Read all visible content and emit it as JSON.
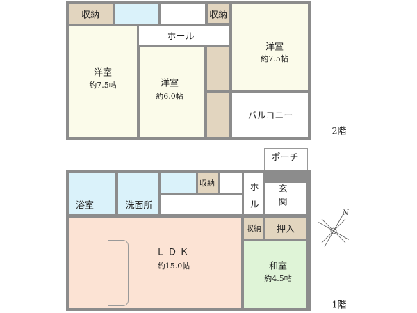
{
  "floor2": {
    "label": "2階",
    "rooms": [
      {
        "name": "収納"
      },
      {
        "name": "ホール"
      },
      {
        "name": "収納"
      },
      {
        "name": "洋室",
        "size": "約7.5帖"
      },
      {
        "name": "洋室",
        "size": "約6.0帖"
      },
      {
        "name": "洋室",
        "size": "約7.5帖"
      },
      {
        "name": "バルコニー"
      }
    ]
  },
  "floor1": {
    "label": "1階",
    "rooms": [
      {
        "name": "ポーチ"
      },
      {
        "name": "浴室"
      },
      {
        "name": "洗面所"
      },
      {
        "name": "収納"
      },
      {
        "name": "ホ"
      },
      {
        "name": "ル"
      },
      {
        "name": "玄"
      },
      {
        "name": "関"
      },
      {
        "name": "ＬＤＫ",
        "size": "約15.0帖"
      },
      {
        "name": "収納"
      },
      {
        "name": "押入"
      },
      {
        "name": "和室",
        "size": "約4.5帖"
      }
    ]
  },
  "compass": {
    "label": "N",
    "icon": "compass-rose-icon"
  },
  "colors": {
    "wall": "#8c8c8c",
    "storage": "#e2d5bf",
    "wet": "#daf2fa",
    "western": "#fbfbea",
    "ldk": "#fce3d4",
    "japanese": "#dff4d7"
  }
}
